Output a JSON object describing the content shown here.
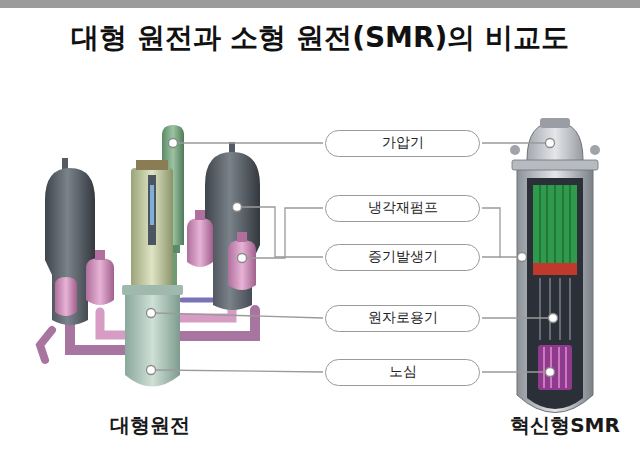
{
  "diagram": {
    "title": "대형 원전과 소형 원전(SMR)의 비교도",
    "nodes": [
      {
        "text": [
          "가압기"
        ]
      },
      {
        "text": [
          "냉각재펌프"
        ]
      },
      {
        "text": [
          "증기발생기"
        ]
      },
      {
        "text": [
          "원자로용기"
        ]
      },
      {
        "text": [
          "노심"
        ]
      }
    ],
    "labels": [
      "대형원전",
      "혁신형SMR"
    ]
  }
}
